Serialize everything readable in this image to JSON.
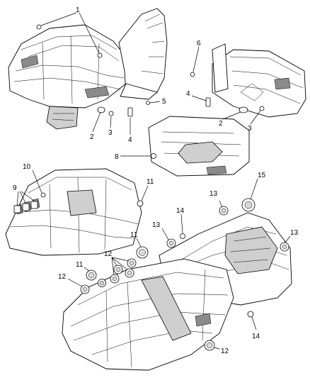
{
  "callouts": [
    {
      "id": "c1",
      "text": "1"
    },
    {
      "id": "c2a",
      "text": "2"
    },
    {
      "id": "c3a",
      "text": "3"
    },
    {
      "id": "c4a",
      "text": "4"
    },
    {
      "id": "c5",
      "text": "5"
    },
    {
      "id": "c6",
      "text": "6"
    },
    {
      "id": "c4b",
      "text": "4"
    },
    {
      "id": "c2b",
      "text": "2"
    },
    {
      "id": "c3b",
      "text": "3"
    },
    {
      "id": "c8",
      "text": "8"
    },
    {
      "id": "c10",
      "text": "10"
    },
    {
      "id": "c9",
      "text": "9"
    },
    {
      "id": "c11a",
      "text": "11"
    },
    {
      "id": "c15",
      "text": "15"
    },
    {
      "id": "c13a",
      "text": "13"
    },
    {
      "id": "c14a",
      "text": "14"
    },
    {
      "id": "c13b",
      "text": "13"
    },
    {
      "id": "c13c",
      "text": "13"
    },
    {
      "id": "c11b",
      "text": "11"
    },
    {
      "id": "c12a",
      "text": "12"
    },
    {
      "id": "c11c",
      "text": "11"
    },
    {
      "id": "c12b",
      "text": "12"
    },
    {
      "id": "c14b",
      "text": "14"
    },
    {
      "id": "c12c",
      "text": "12"
    }
  ]
}
